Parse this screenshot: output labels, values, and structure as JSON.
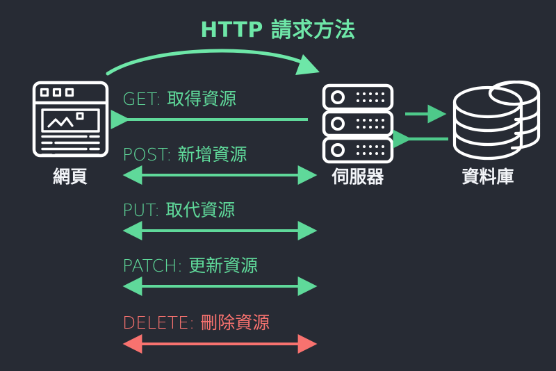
{
  "diagram": {
    "title": "HTTP 請求方法",
    "background_color": "#272b34",
    "accent_color": "#6ee7a8",
    "danger_color": "#f8726f",
    "icon_color": "#ffffff",
    "label_color": "#f2f4f8"
  },
  "nodes": [
    {
      "id": "web",
      "label": "網頁",
      "icon": "browser-window-icon"
    },
    {
      "id": "server",
      "label": "伺服器",
      "icon": "server-rack-icon"
    },
    {
      "id": "database",
      "label": "資料庫",
      "icon": "database-cylinder-icon"
    }
  ],
  "top_flow": {
    "icon": "curved-arrow-icon",
    "direction": "right",
    "from": "web",
    "to": "server"
  },
  "methods": [
    {
      "name": "GET",
      "label": "GET: 取得資源",
      "description": "取得資源",
      "direction": "left",
      "color": "#5fd99a"
    },
    {
      "name": "POST",
      "label": "POST: 新增資源",
      "description": "新增資源",
      "direction": "both",
      "color": "#5fd99a"
    },
    {
      "name": "PUT",
      "label": "PUT: 取代資源",
      "description": "取代資源",
      "direction": "both",
      "color": "#5fd99a"
    },
    {
      "name": "PATCH",
      "label": "PATCH: 更新資源",
      "description": "更新資源",
      "direction": "both",
      "color": "#5fd99a"
    },
    {
      "name": "DELETE",
      "label": "DELETE: 刪除資源",
      "description": "刪除資源",
      "direction": "both",
      "color": "#f8726f"
    }
  ],
  "server_db_flows": [
    {
      "id": "server-to-db",
      "direction": "right",
      "color": "#4ec98a"
    },
    {
      "id": "db-to-server",
      "direction": "left",
      "color": "#4ec98a"
    }
  ]
}
